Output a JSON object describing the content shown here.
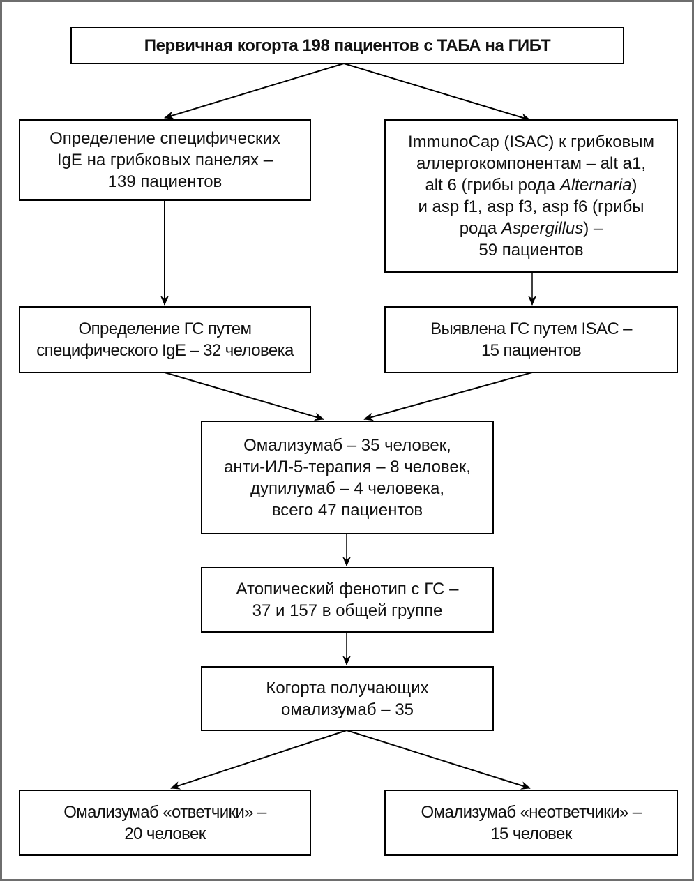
{
  "diagram": {
    "title": "Первичная когорта 198 пациентов с ТАБА на ГИБТ",
    "nodes": {
      "fungal_panels": {
        "lines": [
          "Определение специфических",
          "IgE на грибковых панелях –",
          "139 пациентов"
        ]
      },
      "isac": {
        "line1": "ImmunoCap (ISAC) к грибковым",
        "line2": "аллергокомпонентам – alt a1,",
        "line3_pre": "alt 6 (грибы рода ",
        "line3_italic": "Alternaria",
        "line3_post": ")",
        "line4": "и asp f1, asp f3, asp f6 (грибы",
        "line5_pre": "рода ",
        "line5_italic": "Aspergillus",
        "line5_post": ") –",
        "line6": "59 пациентов"
      },
      "gs_ige": {
        "lines": [
          "Определение ГС путем",
          "специфического IgE – 32 человека"
        ]
      },
      "gs_isac": {
        "lines": [
          "Выявлена ГС путем ISAC –",
          "15 пациентов"
        ]
      },
      "therapy": {
        "lines": [
          "Омализумаб – 35 человек,",
          "анти-ИЛ-5-терапия – 8 человек,",
          "дупилумаб – 4 человека,",
          "всего 47 пациентов"
        ]
      },
      "atopic": {
        "lines": [
          "Атопический фенотип с ГС –",
          "37 и 157 в общей группе"
        ]
      },
      "omalizumab_cohort": {
        "lines": [
          "Когорта получающих",
          "омализумаб – 35"
        ]
      },
      "responders": {
        "lines": [
          "Омализумаб «ответчики» –",
          "20 человек"
        ]
      },
      "nonresponders": {
        "lines": [
          "Омализумаб «неответчики» –",
          "15 человек"
        ]
      }
    },
    "edges": [
      {
        "from": "title",
        "to": "fungal_panels"
      },
      {
        "from": "title",
        "to": "isac"
      },
      {
        "from": "fungal_panels",
        "to": "gs_ige"
      },
      {
        "from": "isac",
        "to": "gs_isac"
      },
      {
        "from": "gs_ige",
        "to": "therapy"
      },
      {
        "from": "gs_isac",
        "to": "therapy"
      },
      {
        "from": "therapy",
        "to": "atopic"
      },
      {
        "from": "atopic",
        "to": "omalizumab_cohort"
      },
      {
        "from": "omalizumab_cohort",
        "to": "responders"
      },
      {
        "from": "omalizumab_cohort",
        "to": "nonresponders"
      }
    ],
    "colors": {
      "line": "#000000",
      "frame": "#6e6e6e",
      "background": "#ffffff"
    }
  }
}
